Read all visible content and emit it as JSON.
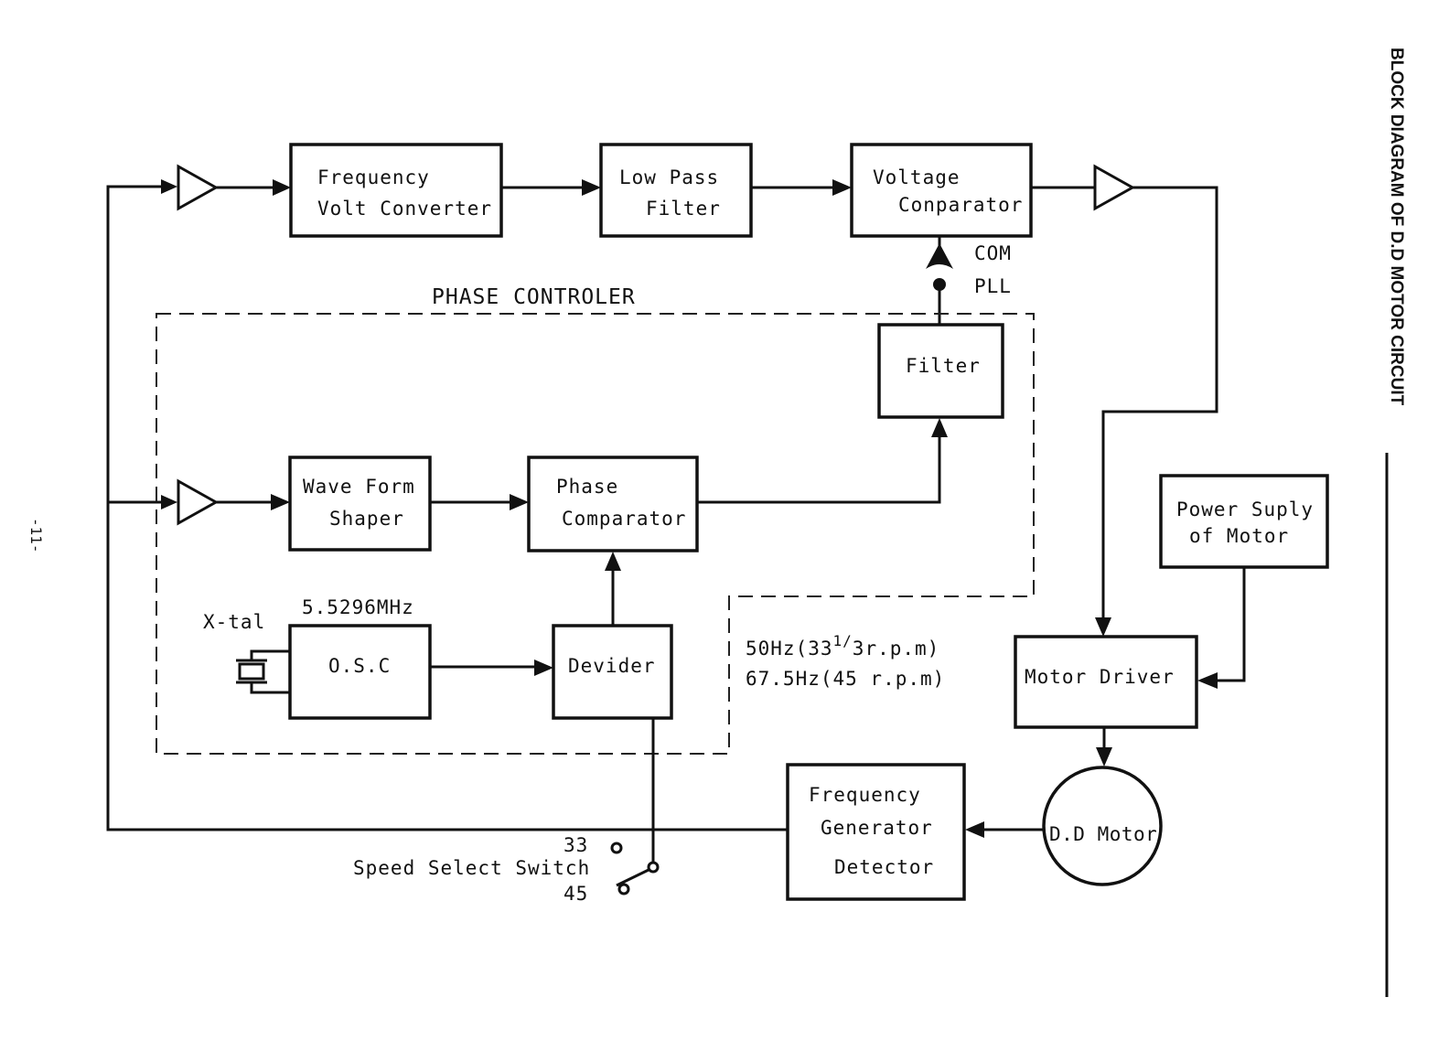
{
  "page": {
    "title": "BLOCK DIAGRAM OF D.D MOTOR CIRCUIT",
    "page_number": "-11-"
  },
  "blocks": {
    "fv_converter": [
      "Frequency",
      "Volt Converter"
    ],
    "low_pass_filter": [
      "Low Pass",
      "Filter"
    ],
    "voltage_comparator": [
      "Voltage",
      "Conparator"
    ],
    "filter": [
      "Filter"
    ],
    "wave_form_shaper": [
      "Wave Form",
      "Shaper"
    ],
    "phase_comparator": [
      "Phase",
      "Comparator"
    ],
    "osc": [
      "O.S.C"
    ],
    "divider": [
      "Devider"
    ],
    "power_supply": [
      "Power Suply",
      "of Motor"
    ],
    "motor_driver": [
      "Motor Driver"
    ],
    "fg_detector": [
      "Frequency",
      "Generator",
      "Detector"
    ],
    "dd_motor": [
      "D.D Motor"
    ]
  },
  "labels": {
    "phase_controller": "PHASE CONTROLER",
    "com": "COM",
    "pll": "PLL",
    "xtal": "X-tal",
    "osc_freq": "5.5296MHz",
    "freq_33_main": "50Hz(33",
    "freq_33_frac_num": "1/",
    "freq_33_frac_den": "3",
    "freq_33_tail": "r.p.m)",
    "freq_45": "67.5Hz(45 r.p.m)",
    "speed_switch": "Speed Select Switch",
    "speed_33": "33",
    "speed_45": "45"
  }
}
